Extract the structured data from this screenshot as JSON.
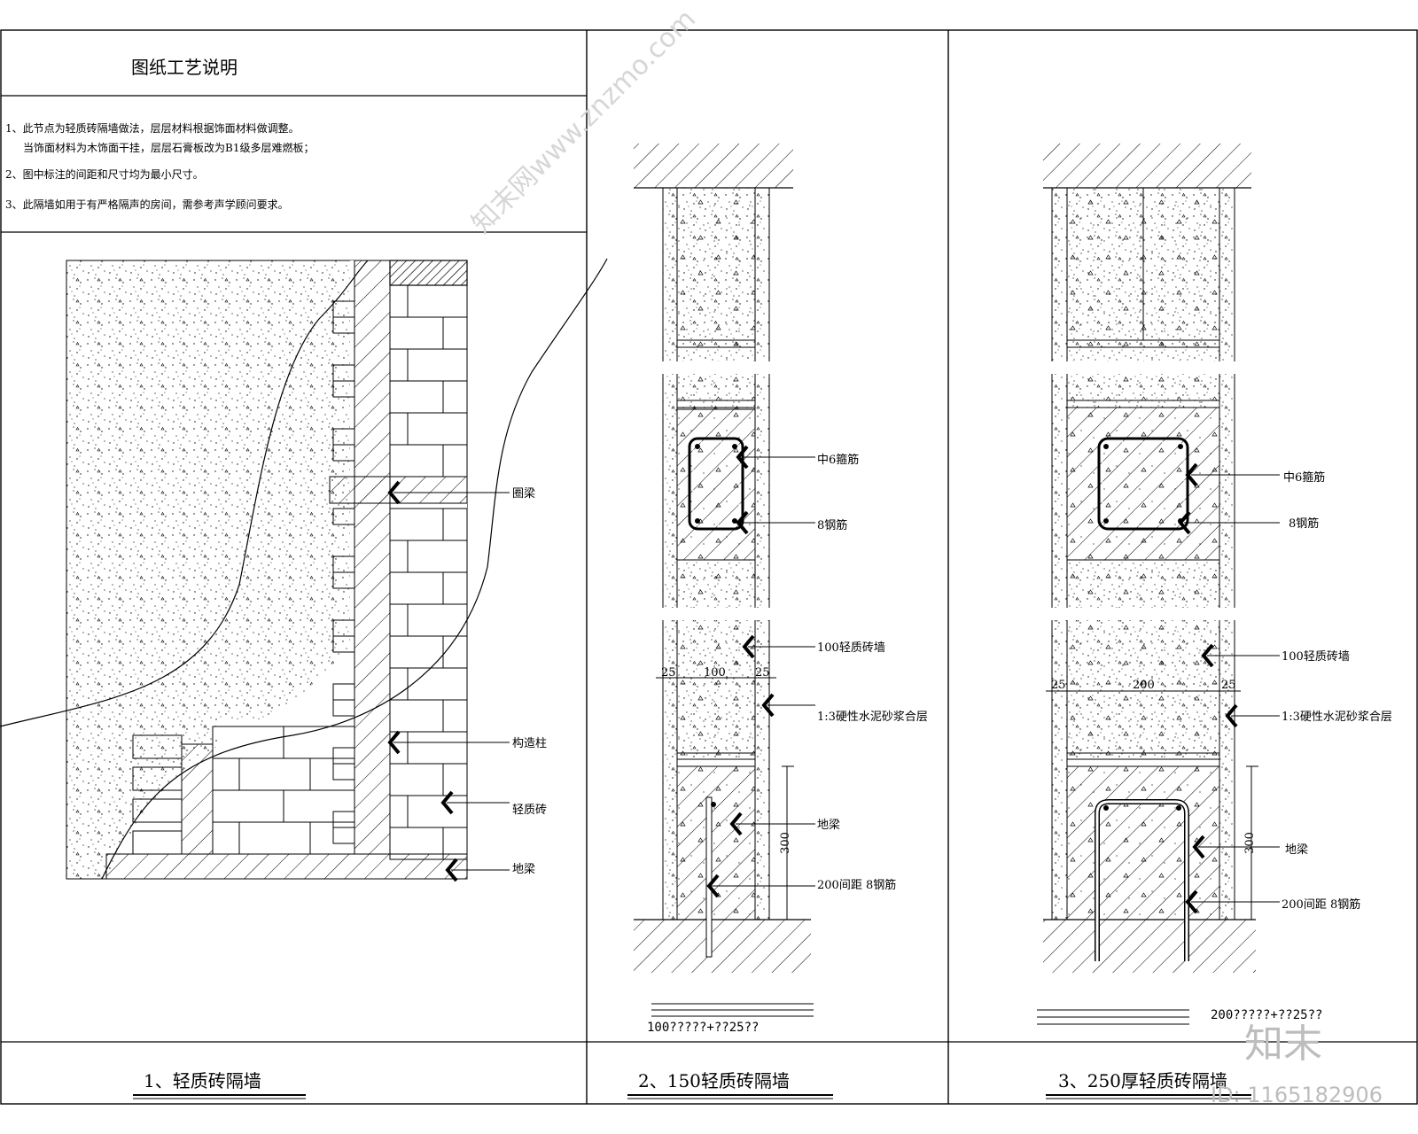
{
  "notes_panel": {
    "title": "图纸工艺说明",
    "lines": [
      "1、此节点为轻质砖隔墙做法，层层材料根据饰面材料做调整。",
      "当饰面材料为木饰面干挂，层层石膏板改为B1级多层难燃板；",
      "2、图中标注的间距和尺寸均为最小尺寸。",
      "3、此隔墙如用于有严格隔声的房间，需参考声学顾问要求。"
    ]
  },
  "detail1": {
    "caption": "1、轻质砖隔墙",
    "labels": [
      "圈梁",
      "构造柱",
      "轻质砖",
      "地梁"
    ]
  },
  "detail2": {
    "caption": "2、150轻质砖隔墙",
    "labels": [
      "中6箍筋",
      "8钢筋",
      "100轻质砖墙",
      "1:3硬性水泥砂浆合层",
      "地梁",
      "200间距 8钢筋"
    ],
    "dims": [
      "25",
      "100",
      "25",
      "300"
    ],
    "spec": "100?????+??25??"
  },
  "detail3": {
    "caption": "3、250厚轻质砖隔墙",
    "labels": [
      "中6箍筋",
      "8钢筋",
      "100轻质砖墙",
      "1:3硬性水泥砂浆合层",
      "地梁",
      "200间距 8钢筋"
    ],
    "dims": [
      "25",
      "200",
      "25",
      "300"
    ],
    "spec": "200?????+??25??"
  },
  "watermark": {
    "brand": "知末",
    "id_text": "ID: 1165182906",
    "site_text": "知末网www.znzmo.com"
  }
}
